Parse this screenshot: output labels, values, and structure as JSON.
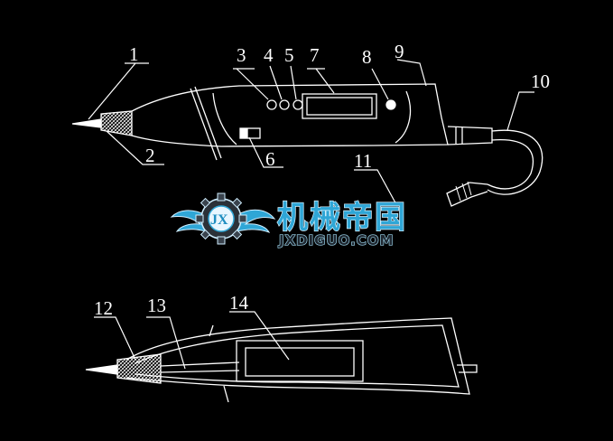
{
  "callouts": {
    "c1": "1",
    "c2": "2",
    "c3": "3",
    "c4": "4",
    "c5": "5",
    "c6": "6",
    "c7": "7",
    "c8": "8",
    "c9": "9",
    "c10": "10",
    "c11": "11",
    "c12": "12",
    "c13": "13",
    "c14": "14"
  },
  "watermark": {
    "chinese": "机械帝国",
    "latin": "JXDIGUO.COM",
    "logo_letters": "JX"
  },
  "colors": {
    "background": "#000000",
    "line": "#ffffff",
    "watermark_blue": "#2fa6d6"
  }
}
